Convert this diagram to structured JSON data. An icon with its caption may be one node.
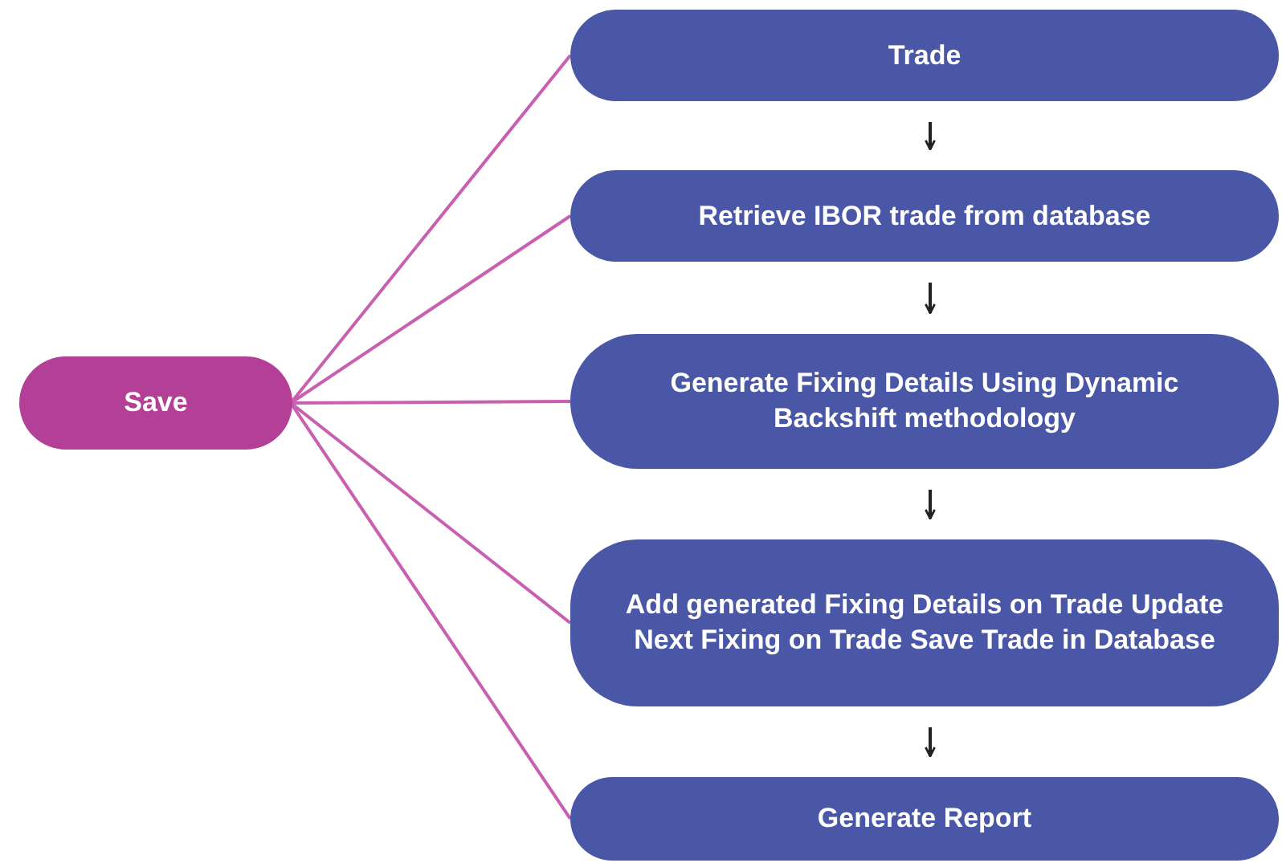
{
  "diagram": {
    "nodes": [
      {
        "text": [
          "Save"
        ]
      },
      {
        "text": [
          "Trade"
        ]
      },
      {
        "text": [
          "Retrieve IBOR trade from database"
        ]
      },
      {
        "text": [
          "Generate Fixing Details Using Dynamic Backshift methodology"
        ]
      },
      {
        "text": [
          "Add generated Fixing Details on Trade Update Next Fixing on Trade Save Trade in Database"
        ]
      },
      {
        "text": [
          "Generate Report"
        ]
      }
    ],
    "edges": [
      {
        "from": 0,
        "to": 1,
        "arrow": "none"
      },
      {
        "from": 0,
        "to": 2,
        "arrow": "none"
      },
      {
        "from": 0,
        "to": 3,
        "arrow": "none"
      },
      {
        "from": 0,
        "to": 4,
        "arrow": "none"
      },
      {
        "from": 0,
        "to": 5,
        "arrow": "none"
      },
      {
        "from": 1,
        "to": 2,
        "arrow": "to",
        "color": "#222222"
      },
      {
        "from": 2,
        "to": 3,
        "arrow": "to",
        "color": "#222222"
      },
      {
        "from": 3,
        "to": 4,
        "arrow": "to",
        "color": "#222222"
      },
      {
        "from": 4,
        "to": 5,
        "arrow": "to",
        "color": "#222222"
      }
    ]
  }
}
